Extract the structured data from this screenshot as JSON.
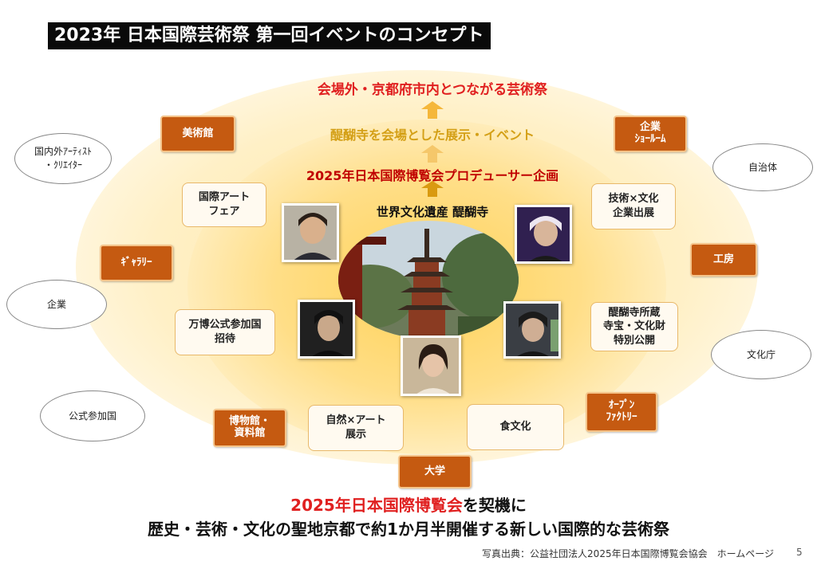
{
  "title": "2023年 日本国際芸術祭 第一回イベントのコンセプト",
  "headline_top": "会場外・京都府市内とつながる芸術祭",
  "headline_mid": "醍醐寺を会場とした展示・イベント",
  "headline_bottom": "2025年日本国際博覧会プロデューサー企画",
  "center_label": "世界文化遺産 醍醐寺",
  "orange_boxes": {
    "museum": "美術館",
    "gallery": "ｷﾞｬﾗﾘｰ",
    "showroom": "企業\nｼｮｰﾙｰﾑ",
    "studio": "工房",
    "open_factory": "ｵｰﾌﾟﾝ\nﾌｧｸﾄﾘｰ",
    "museum_archive": "博物館・\n資料館",
    "university": "大学"
  },
  "cream_boxes": {
    "art_fair": "国際アート\nフェア",
    "expo_countries": "万博公式参加国\n招待",
    "tech_culture": "技術×文化\n企業出展",
    "treasures": "醍醐寺所蔵\n寺宝・文化財\n特別公開",
    "nature_art": "自然×アート\n展示",
    "food_culture": "食文化"
  },
  "ovals": {
    "artists": "国内外ｱｰﾃｨｽﾄ\n・ｸﾘｴｲﾀｰ",
    "municipality": "自治体",
    "company": "企業",
    "agency": "文化庁",
    "participating_countries": "公式参加国"
  },
  "bottom_line1_red": "2025年日本国際博覧会",
  "bottom_line1_black": "を契機に",
  "bottom_line2": "歴史・芸術・文化の聖地京都で約1か月半開催する新しい国際的な芸術祭",
  "source": "写真出典：公益社団法人2025年日本国際博覧会協会　ホームページ",
  "page_number": "5",
  "colors": {
    "red": "#e02020",
    "gold": "#d4a017",
    "dark_red": "#c00000",
    "orange": "#c55a11",
    "arrow": "#f5b73a"
  }
}
